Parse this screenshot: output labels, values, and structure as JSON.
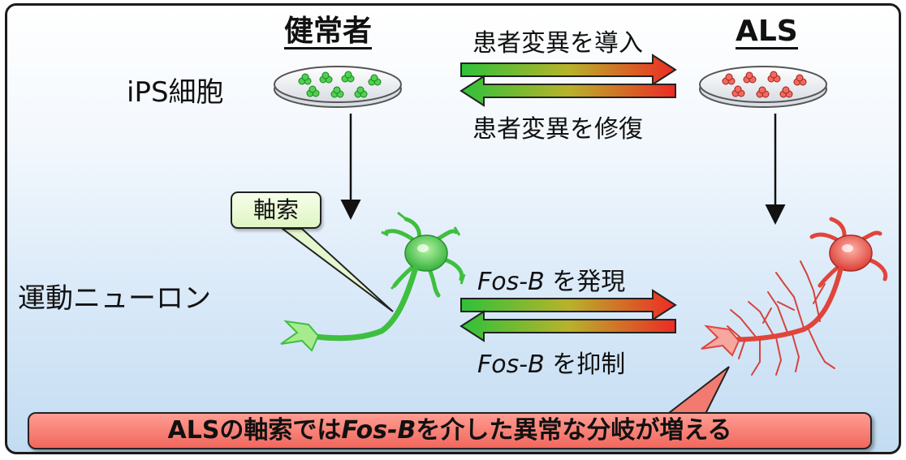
{
  "columns": {
    "healthy": "健常者",
    "als": "ALS"
  },
  "rows": {
    "ips": "iPS細胞",
    "motor_neuron": "運動ニューロン"
  },
  "arrows": {
    "introduce_mutation": "患者変異を導入",
    "repair_mutation": "患者変異を修復",
    "express_gene": "Fos-B",
    "express_suffix": "を発現",
    "suppress_gene": "Fos-B",
    "suppress_suffix": "を抑制"
  },
  "callout": {
    "axon": "軸索"
  },
  "conclusion": {
    "prefix": "ALSの軸索では",
    "gene": "Fos-B",
    "suffix": "を介した異常な分岐が増える"
  },
  "colors": {
    "healthy": "#3fbf3f",
    "disease": "#e0453b",
    "banner": "#f37368",
    "callout": "#e6f8d0",
    "background_bottom": "#c3dcf2"
  }
}
